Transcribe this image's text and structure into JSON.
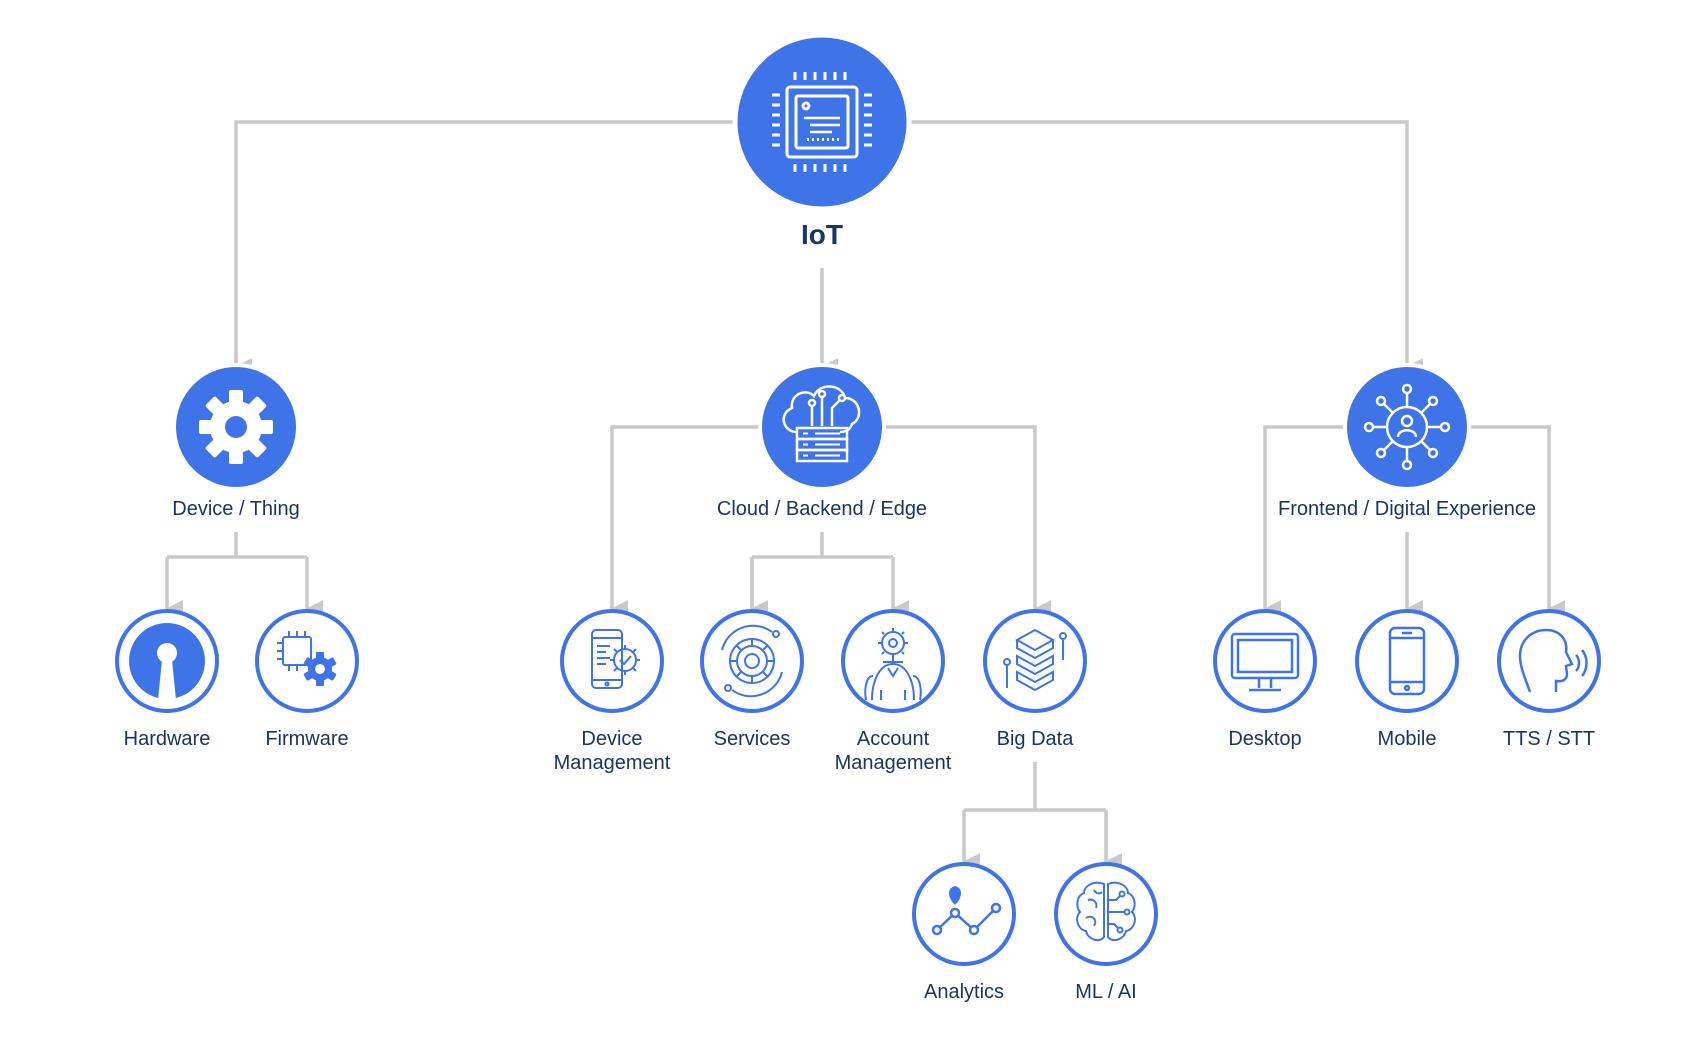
{
  "colors": {
    "accent": "#3f74e8",
    "connector": "#c9c9c9",
    "text": "#1a3563",
    "background": "#ffffff"
  },
  "root": {
    "label": "IoT",
    "icon": "processor-chip-icon"
  },
  "categories": {
    "device": {
      "label": "Device / Thing",
      "icon": "gear-icon"
    },
    "cloud": {
      "label": "Cloud / Backend / Edge",
      "icon": "cloud-server-icon"
    },
    "frontend": {
      "label": "Frontend / Digital Experience",
      "icon": "user-network-icon"
    }
  },
  "leaves": {
    "hardware": {
      "label": "Hardware",
      "icon": "keyhole-icon"
    },
    "firmware": {
      "label": "Firmware",
      "icon": "chip-gear-icon"
    },
    "device_management": {
      "line1": "Device",
      "line2": "Management",
      "icon": "phone-gear-icon"
    },
    "services": {
      "label": "Services",
      "icon": "cog-orbit-icon"
    },
    "account_management": {
      "line1": "Account",
      "line2": "Management",
      "icon": "person-gear-icon"
    },
    "big_data": {
      "label": "Big Data",
      "icon": "stacked-layers-icon"
    },
    "desktop": {
      "label": "Desktop",
      "icon": "monitor-icon"
    },
    "mobile": {
      "label": "Mobile",
      "icon": "smartphone-icon"
    },
    "tts_stt": {
      "label": "TTS / STT",
      "icon": "speaking-head-icon"
    },
    "analytics": {
      "label": "Analytics",
      "icon": "line-graph-icon"
    },
    "ml_ai": {
      "label": "ML / AI",
      "icon": "brain-icon"
    }
  }
}
